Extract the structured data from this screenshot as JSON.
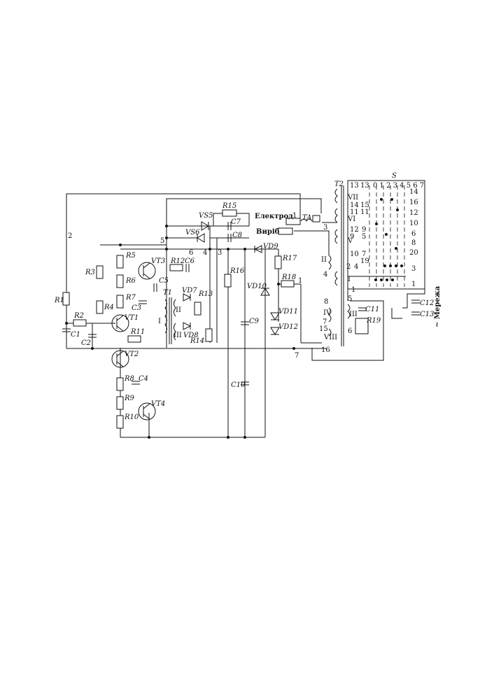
{
  "labels": {
    "R1": "R1",
    "R2": "R2",
    "R3": "R3",
    "R4": "R4",
    "R5": "R5",
    "R6": "R6",
    "R7": "R7",
    "R8": "R8",
    "R9": "R9",
    "R10": "R10",
    "R11": "R11",
    "R12": "R12",
    "R13": "R13",
    "R14": "R14",
    "R15": "R15",
    "R16": "R16",
    "R17": "R17",
    "R18": "R18",
    "R19": "R19",
    "C1": "C1",
    "C2": "C2",
    "C3": "C3",
    "C4": "C4",
    "C5": "C5",
    "C6": "C6",
    "C7": "C7",
    "C8": "C8",
    "C9": "C9",
    "C10": "C10",
    "C11": "C11",
    "C12": "C12",
    "C13": "C13",
    "VT1": "VT1",
    "VT2": "VT2",
    "VT3": "VT3",
    "VT4": "VT4",
    "VS5": "VS5",
    "VS6": "VS6",
    "VD7": "VD7",
    "VD8": "VD8",
    "VD9": "VD9",
    "VD10": "VD10",
    "VD11": "VD11",
    "VD12": "VD12",
    "T1": "T1",
    "T2": "T2",
    "TA": "TA",
    "S": "S"
  },
  "terminals": {
    "electrode": "Електрод",
    "workpiece": "Виріб",
    "mains": "~ Мережа"
  },
  "windings": {
    "w1": "I",
    "w2": "II",
    "w3": "III",
    "w4": "IV",
    "w5": "V",
    "w6": "VI",
    "w7": "VII",
    "w8": "VIII"
  },
  "switch_positions": "0 1 2 3 4 5 6 7",
  "pins": {
    "p1": "1",
    "p2": "2",
    "p3": "3",
    "p4": "4",
    "p5": "5",
    "p6": "6",
    "p7": "7",
    "p8": "8",
    "p9": "9",
    "p10": "10",
    "p11": "11",
    "p12": "12",
    "p13": "13",
    "p14": "14",
    "p15": "15",
    "p16": "16",
    "p19": "19",
    "p20": "20"
  }
}
